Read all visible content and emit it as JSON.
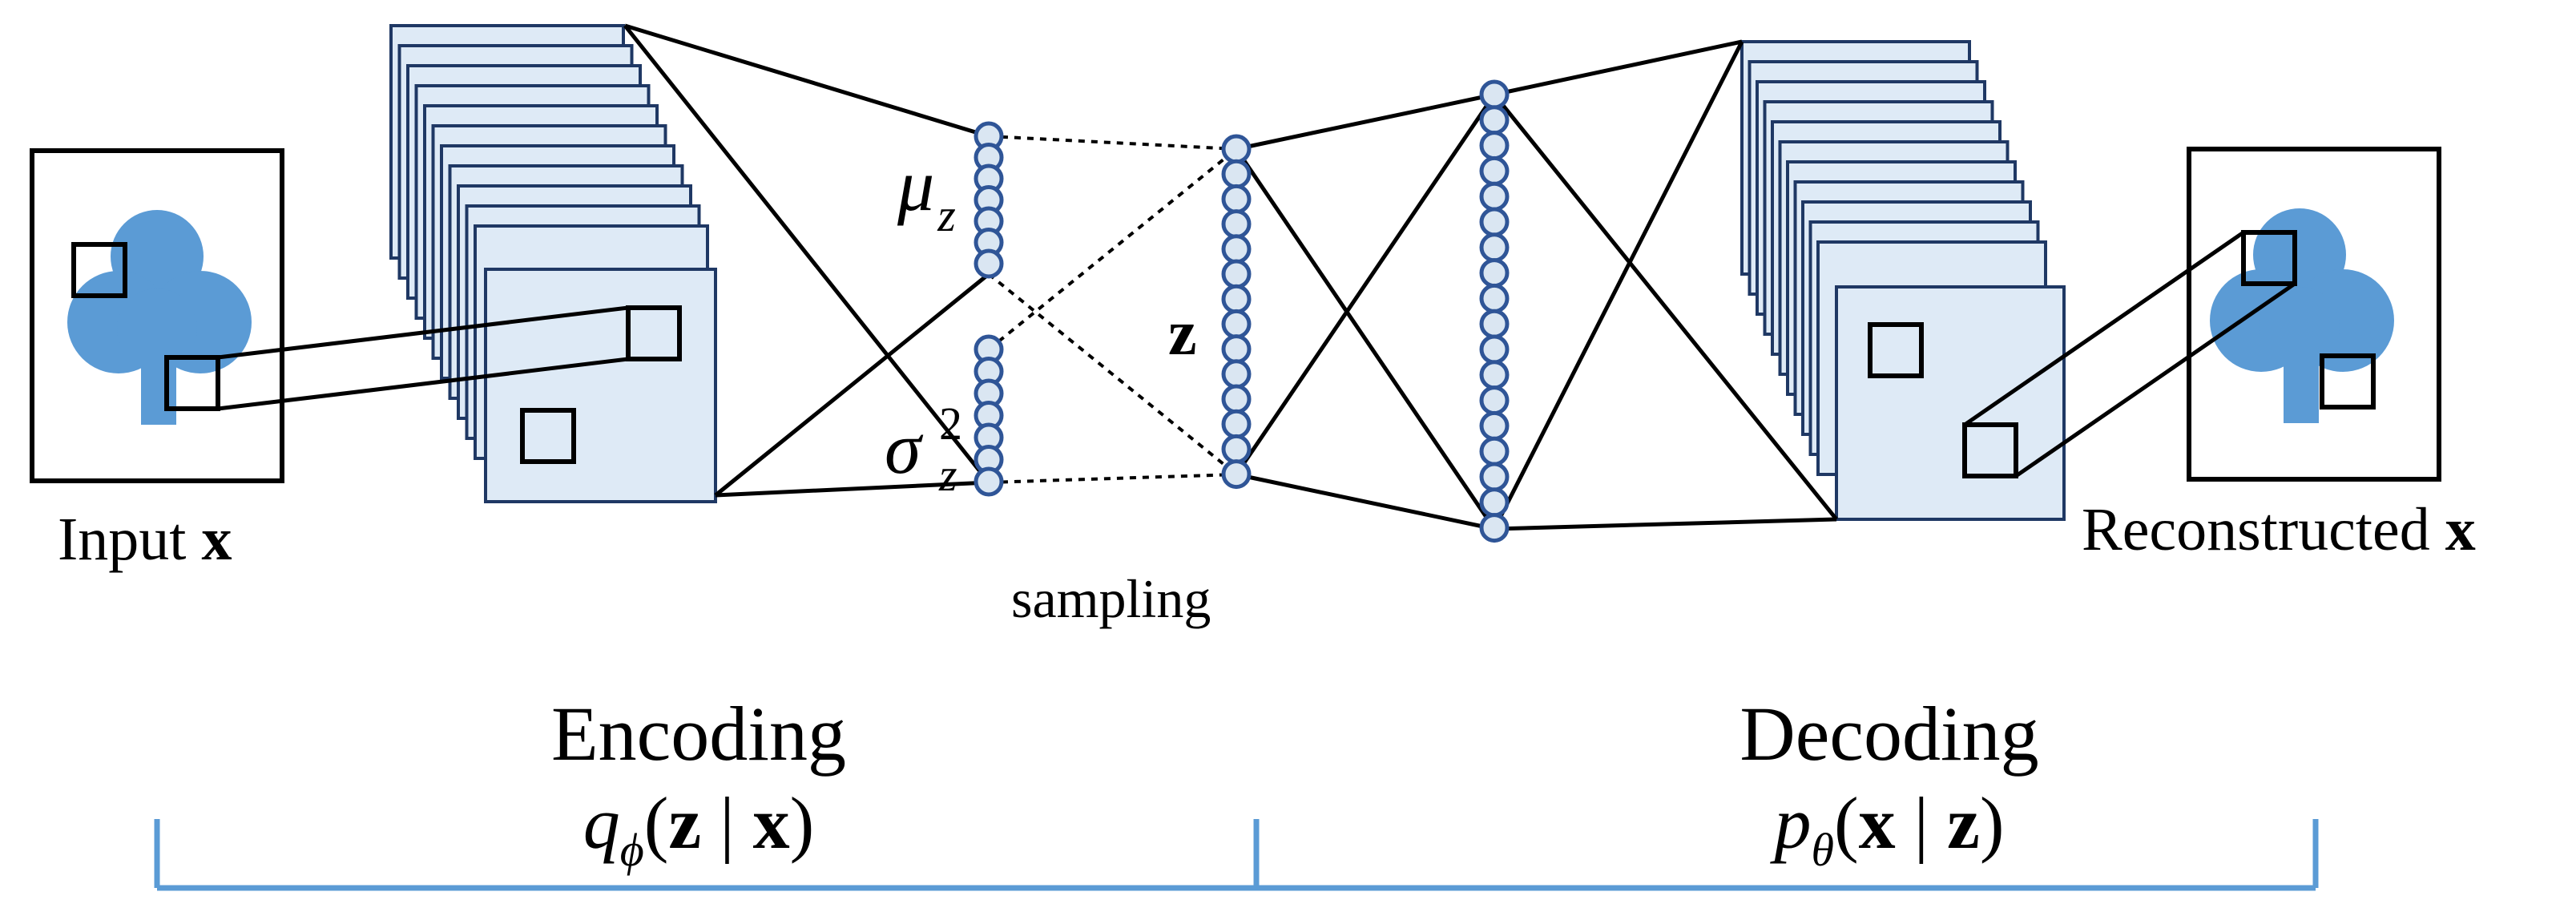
{
  "labels": {
    "input_text": "Input",
    "input_var": "x",
    "reconstructed_text": "Reconstructed",
    "reconstructed_var": "x",
    "mu": "μ",
    "mu_sub": "z",
    "sigma": "σ",
    "sigma_sup": "2",
    "sigma_sub": "z",
    "z": "z",
    "sampling": "sampling",
    "encoding": "Encoding",
    "decoding": "Decoding",
    "q": "q",
    "q_sub": "ϕ",
    "p": "p",
    "p_sub": "θ",
    "lparen": "(",
    "rparen": ")",
    "bar": " | ",
    "bold_z": "z",
    "bold_x": "x"
  },
  "colors": {
    "stroke": "#000000",
    "layer_fill": "#deeaf6",
    "layer_stroke": "#1f3864",
    "node_fill": "#dae6f2",
    "node_stroke": "#2f5597",
    "clover": "#5b9bd5",
    "bracket": "#5b9bd5"
  }
}
